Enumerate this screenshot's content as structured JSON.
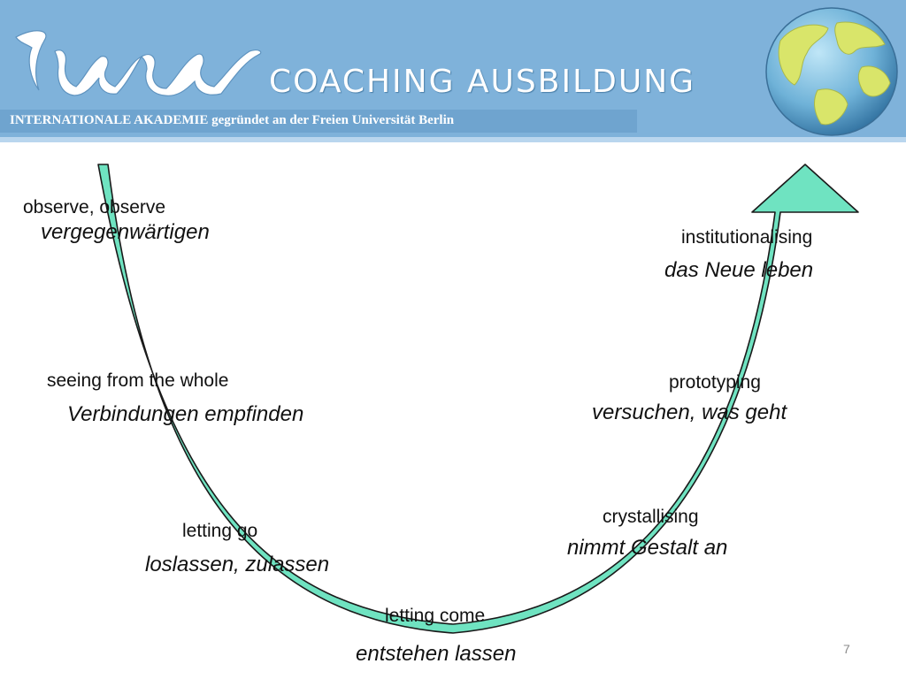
{
  "header": {
    "title": "COACHING AUSBILDUNG",
    "subtitle": "INTERNATIONALE AKADEMIE gegründet an der Freien Universität Berlin",
    "logo_icon": "inaw-swoosh-logo",
    "globe_icon": "globe-icon",
    "colors": {
      "band": "#7fb2da",
      "sub_band": "#6fa4cf",
      "title_text": "#ffffff"
    }
  },
  "stages": [
    {
      "en": "observe, observe",
      "de": "vergegenwärtigen"
    },
    {
      "en": "seeing from the whole",
      "de": "Verbindungen empfinden"
    },
    {
      "en": "letting go",
      "de": "loslassen, zulassen"
    },
    {
      "en": "letting come",
      "de": "entstehen lassen"
    },
    {
      "en": "crystallising",
      "de": "nimmt Gestalt an"
    },
    {
      "en": "prototyping",
      "de": "versuchen, was geht"
    },
    {
      "en": "institutionalising",
      "de": "das Neue leben"
    }
  ],
  "curve": {
    "fill_color": "#6fe3c1",
    "stroke_color": "#1a1a1a",
    "shape": "U-curve with upward arrow"
  },
  "page_number": "7"
}
